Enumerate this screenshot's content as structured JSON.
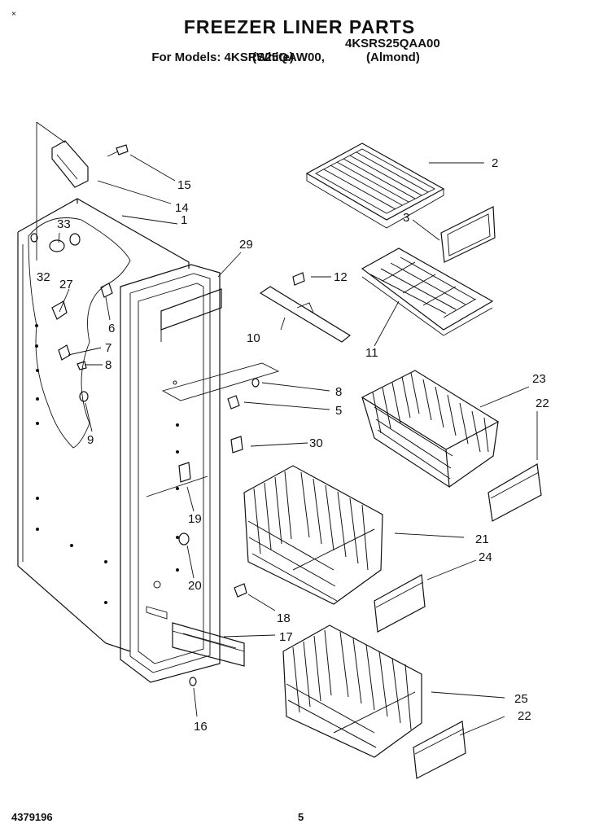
{
  "header": {
    "title": "FREEZER LINER PARTS",
    "models_prefix": "For Models: ",
    "model_1": "4KSRS25QAW00,",
    "model_2": "4KSRS25QAA00",
    "color_1": "(White)",
    "color_2": "(Almond)"
  },
  "footer": {
    "doc_number": "4379196",
    "page_number": "5"
  },
  "corner_mark": "×",
  "callouts": [
    {
      "id": "c1",
      "text": "1"
    },
    {
      "id": "c2",
      "text": "2"
    },
    {
      "id": "c3",
      "text": "3"
    },
    {
      "id": "c5",
      "text": "5"
    },
    {
      "id": "c6",
      "text": "6"
    },
    {
      "id": "c7",
      "text": "7"
    },
    {
      "id": "c8a",
      "text": "8"
    },
    {
      "id": "c8b",
      "text": "8"
    },
    {
      "id": "c9",
      "text": "9"
    },
    {
      "id": "c10",
      "text": "10"
    },
    {
      "id": "c11",
      "text": "11"
    },
    {
      "id": "c12",
      "text": "12"
    },
    {
      "id": "c14",
      "text": "14"
    },
    {
      "id": "c15",
      "text": "15"
    },
    {
      "id": "c16",
      "text": "16"
    },
    {
      "id": "c17",
      "text": "17"
    },
    {
      "id": "c18",
      "text": "18"
    },
    {
      "id": "c19",
      "text": "19"
    },
    {
      "id": "c20",
      "text": "20"
    },
    {
      "id": "c21",
      "text": "21"
    },
    {
      "id": "c22a",
      "text": "22"
    },
    {
      "id": "c22b",
      "text": "22"
    },
    {
      "id": "c23",
      "text": "23"
    },
    {
      "id": "c24",
      "text": "24"
    },
    {
      "id": "c25",
      "text": "25"
    },
    {
      "id": "c27",
      "text": "27"
    },
    {
      "id": "c29",
      "text": "29"
    },
    {
      "id": "c30",
      "text": "30"
    },
    {
      "id": "c32",
      "text": "32"
    },
    {
      "id": "c33",
      "text": "33"
    }
  ]
}
